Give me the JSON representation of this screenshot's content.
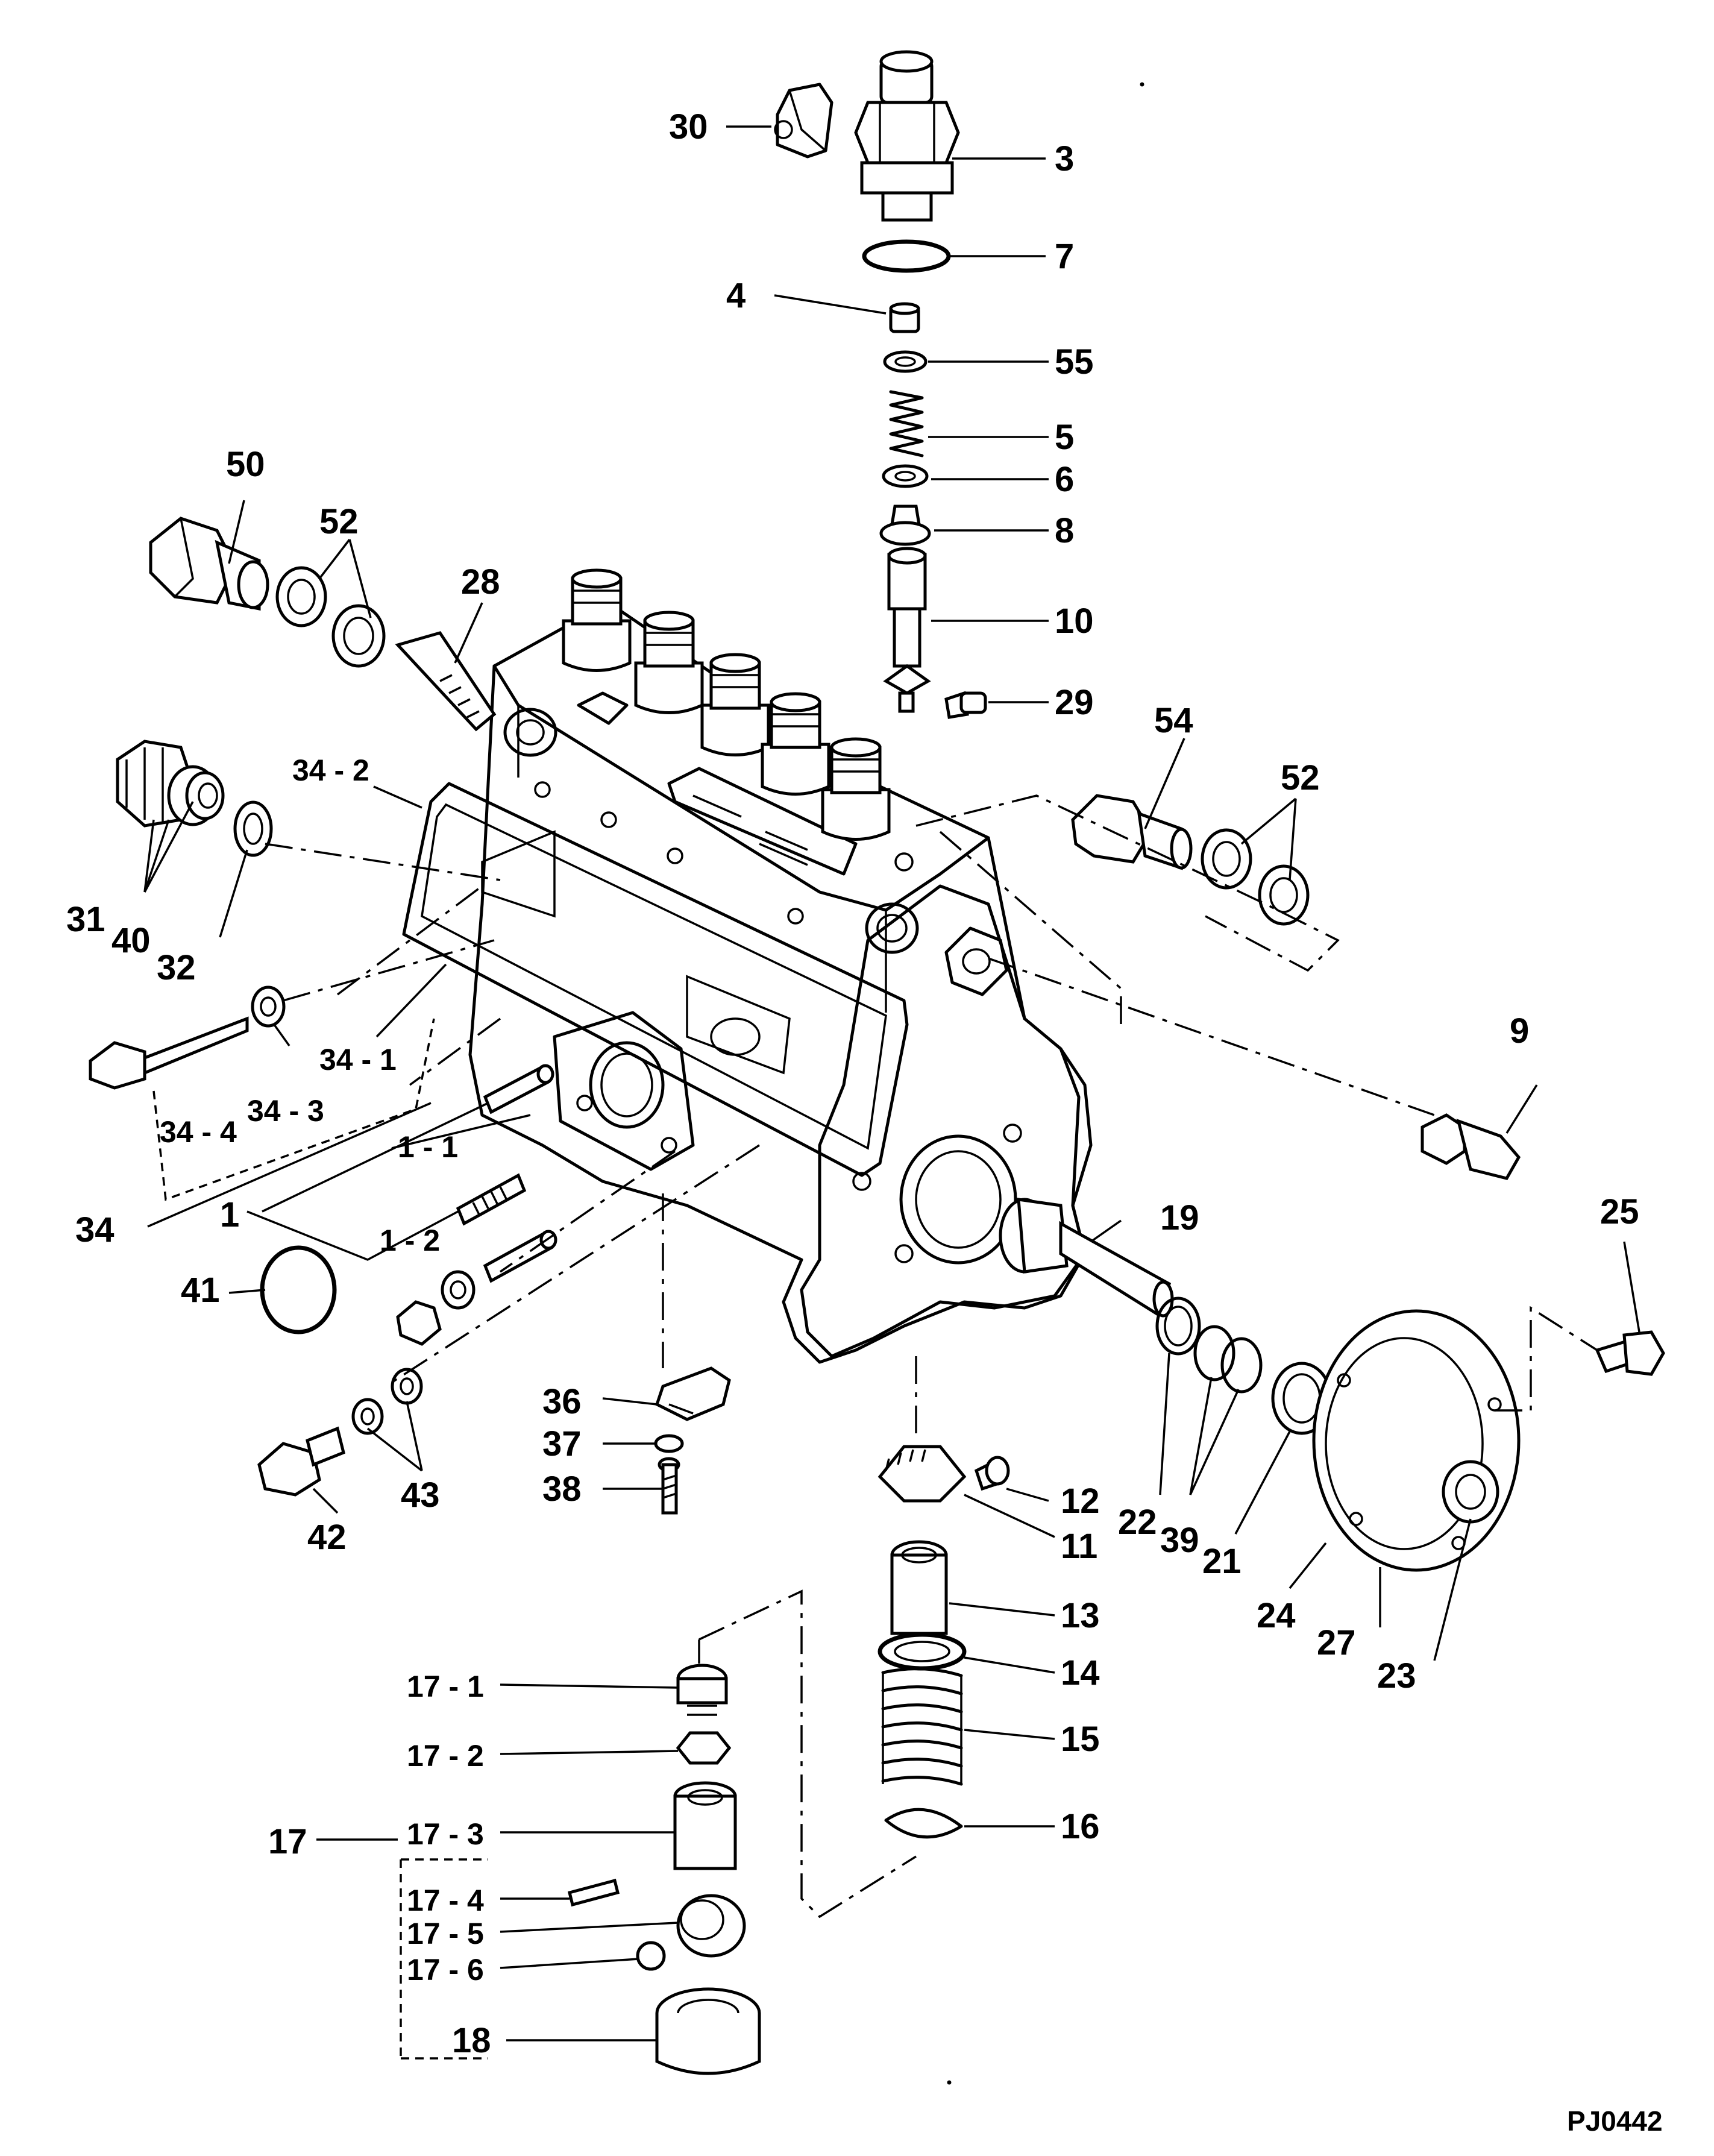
{
  "drawing_code": "PJ0442",
  "callouts": {
    "c30": "30",
    "c3": "3",
    "c7": "7",
    "c4": "4",
    "c55": "55",
    "c5": "5",
    "c6": "6",
    "c8": "8",
    "c10": "10",
    "c29": "29",
    "c50": "50",
    "c52a": "52",
    "c28": "28",
    "c54": "54",
    "c52b": "52",
    "c34_2": "34 - 2",
    "c31": "31",
    "c40": "40",
    "c32": "32",
    "c34_1": "34 - 1",
    "c34_3": "34 - 3",
    "c34_4": "34 - 4",
    "c34": "34",
    "c1": "1",
    "c1_1": "1 - 1",
    "c1_2": "1 - 2",
    "c41": "41",
    "c9": "9",
    "c19": "19",
    "c25": "25",
    "c36": "36",
    "c37": "37",
    "c38": "38",
    "c42": "42",
    "c43": "43",
    "c12": "12",
    "c11": "11",
    "c22": "22",
    "c39": "39",
    "c21": "21",
    "c24": "24",
    "c27": "27",
    "c23": "23",
    "c13": "13",
    "c14": "14",
    "c15": "15",
    "c16": "16",
    "c17": "17",
    "c17_1": "17 - 1",
    "c17_2": "17 - 2",
    "c17_3": "17 - 3",
    "c17_4": "17 - 4",
    "c17_5": "17 - 5",
    "c17_6": "17 - 6",
    "c18": "18"
  }
}
